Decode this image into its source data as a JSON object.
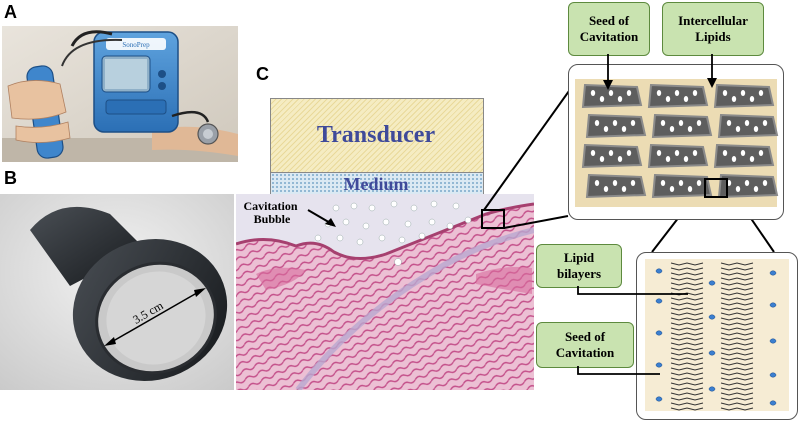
{
  "panels": {
    "a": {
      "letter": "A"
    },
    "b": {
      "letter": "B",
      "diameter_label": "3.5 cm"
    },
    "c": {
      "letter": "C"
    }
  },
  "device_photo": {
    "brand_text": "SonoPrep"
  },
  "schematic": {
    "transducer_label": "Transducer",
    "medium_label": "Medium",
    "bubble_label": "Cavitation\nBubble"
  },
  "callouts": {
    "seed_top": "Seed of\nCavitation",
    "intercellular_lipids": "Intercellular\nLipids",
    "lipid_bilayers": "Lipid\nbilayers",
    "seed_bottom": "Seed of\nCavitation"
  },
  "colors": {
    "transducer_fill": "#f5ecc2",
    "medium_fill": "#dbe9f3",
    "label_blue": "#3f4a9a",
    "callout_fill": "#c9e3b0",
    "corneocyte": "#5a5a5a",
    "tissue_pink": "#d98fb0"
  }
}
